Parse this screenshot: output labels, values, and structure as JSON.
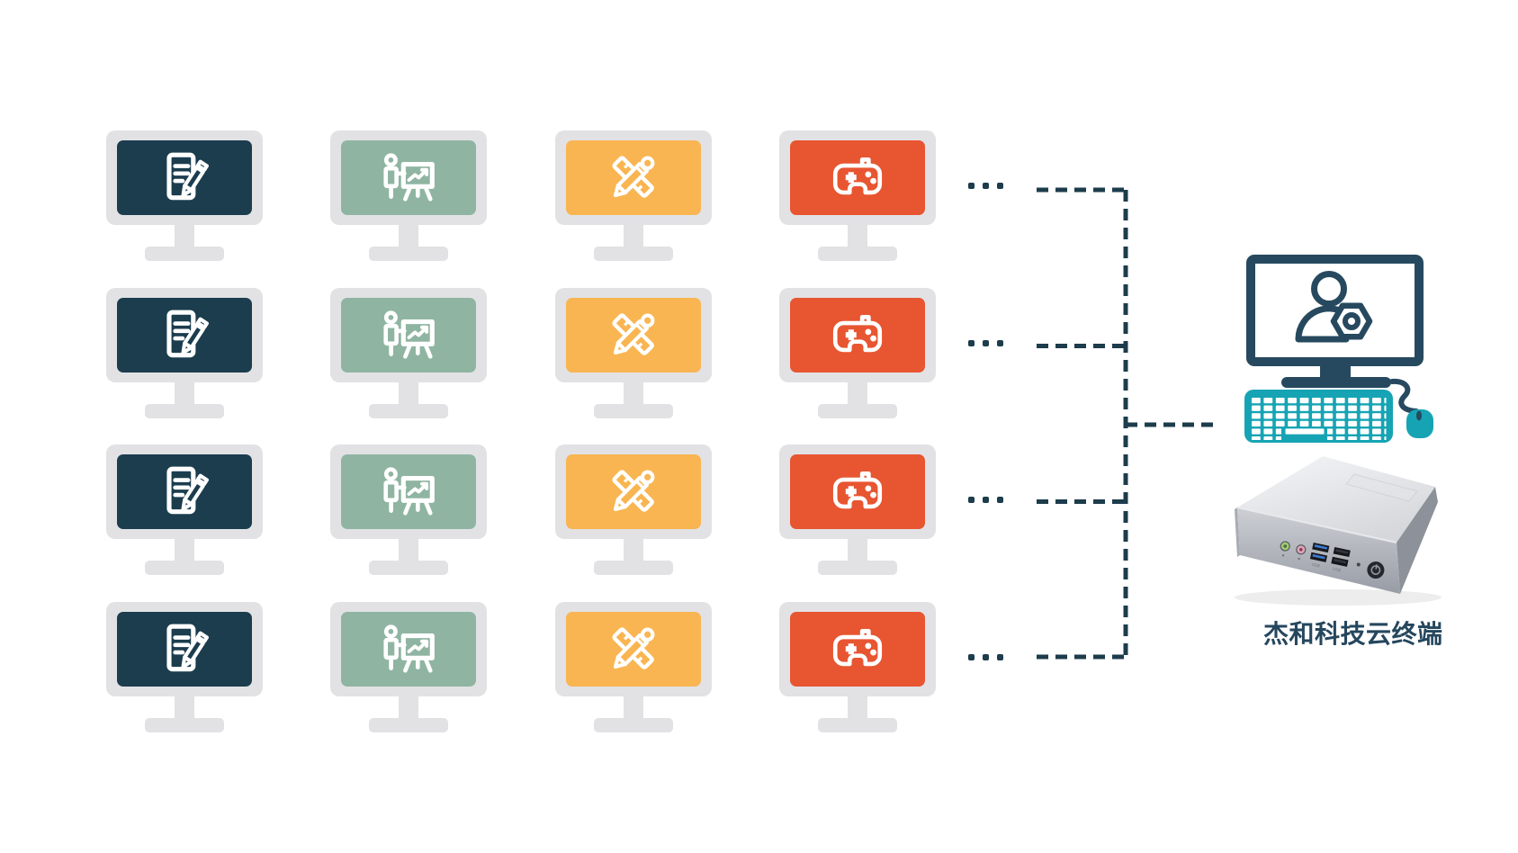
{
  "colors": {
    "navy": "#27495f",
    "connector": "#1d3c4c",
    "teal": "#16a4b4",
    "bezel": "#e2e2e5",
    "label": "#25475e"
  },
  "grid": {
    "rows": 4,
    "ellipsis": "...",
    "columns": [
      {
        "name": "office",
        "icon": "document-edit-icon",
        "screen_color": "#1b3d4e"
      },
      {
        "name": "presentation",
        "icon": "presentation-icon",
        "screen_color": "#8fb5a2"
      },
      {
        "name": "design",
        "icon": "design-tools-icon",
        "screen_color": "#f9b551"
      },
      {
        "name": "gaming",
        "icon": "gamepad-icon",
        "screen_color": "#e85531"
      }
    ]
  },
  "host": {
    "label": "杰和科技云终端",
    "ports": {
      "usb_label_1": "USB",
      "usb_label_2": "USB"
    }
  }
}
